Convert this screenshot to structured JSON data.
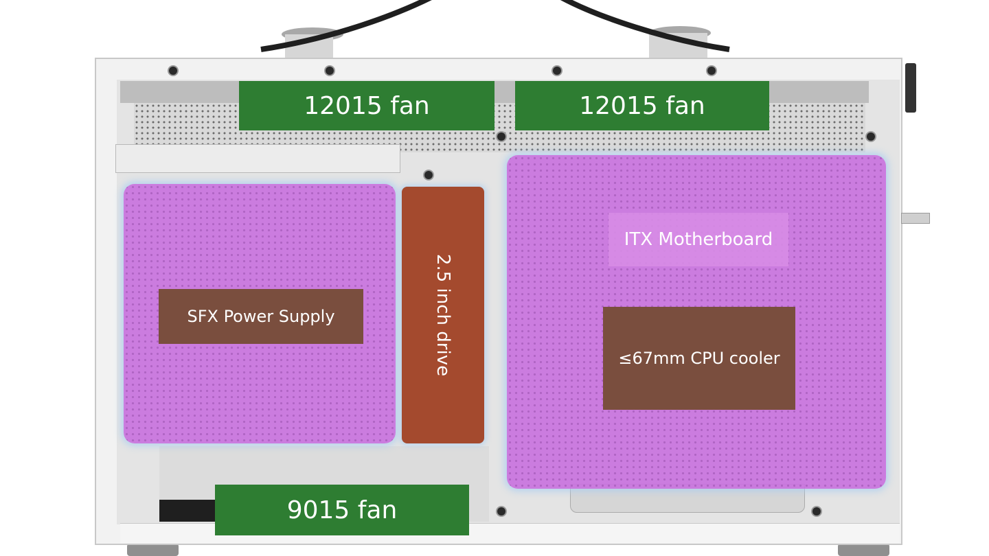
{
  "labels": {
    "fan_top_left": "12015 fan",
    "fan_top_right": "12015 fan",
    "fan_bottom": "9015 fan",
    "psu": "SFX Power Supply",
    "drive": "2.5 inch drive",
    "motherboard": "ITX Motherboard",
    "cpu_cooler": "≤67mm CPU cooler"
  },
  "colors": {
    "fan": "#2e7d32",
    "component_zone": "#c973de",
    "label_box": "#7a4e3e",
    "drive": "#a44a2e",
    "case": "#f2f2f2"
  }
}
